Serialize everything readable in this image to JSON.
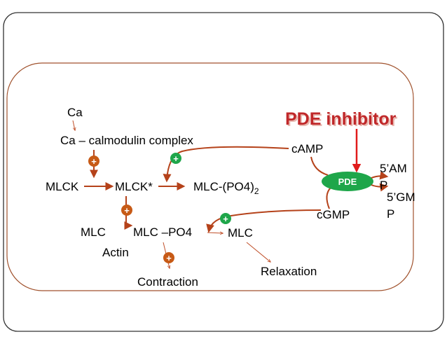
{
  "title": "PDE inhibitor",
  "colors": {
    "arrow": "#b5421a",
    "title_red": "#c0282a",
    "title_shadow": "#e8b8b0",
    "pde_fill": "#1ea64a",
    "plus_orange": "#c75a16",
    "plus_green": "#1ea64a",
    "frame": "#333333",
    "rounded_box": "#a0522d"
  },
  "labels": {
    "ca": "Ca",
    "ca_calmodulin": "Ca – calmodulin complex",
    "mlck": "MLCK",
    "mlck_star": "MLCK*",
    "mlc_po4_2_base": "MLC-(PO4)",
    "mlc_po4_2_sub": "2",
    "camp": "cAMP",
    "pde": "PDE",
    "amp_line1": "5’AM",
    "amp_line2": "P",
    "gmp_line1": "5’GM",
    "gmp_line2": "P",
    "cgmp": "cGMP",
    "mlc": "MLC",
    "mlc_po4": "MLC –PO4",
    "mlc_right": "MLC",
    "actin": "Actin",
    "relaxation": "Relaxation",
    "contraction": "Contraction"
  },
  "badges": {
    "plus": "+"
  },
  "icons": {
    "stimulate_orange": "plus-circle-orange-icon",
    "stimulate_green": "plus-circle-green-icon",
    "enzyme": "pde-ellipse-icon"
  }
}
